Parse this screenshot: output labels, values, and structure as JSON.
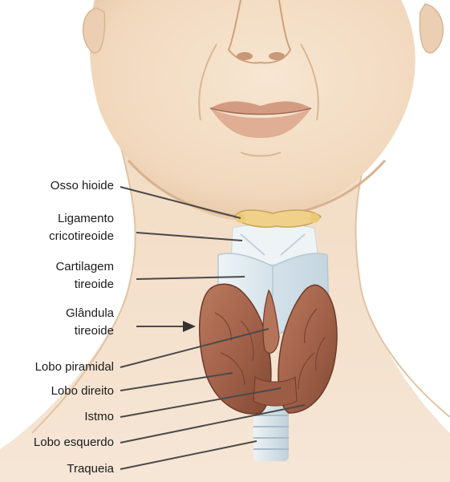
{
  "labels": {
    "hyoid": "Osso hioide",
    "cricothyroid_1": "Ligamento",
    "cricothyroid_2": "cricotireoide",
    "thyroid_cartilage_1": "Cartilagem",
    "thyroid_cartilage_2": "tireoide",
    "thyroid_gland_1": "Glândula",
    "thyroid_gland_2": "tireoide",
    "pyramidal_lobe": "Lobo piramidal",
    "right_lobe": "Lobo direito",
    "isthmus": "Istmo",
    "left_lobe": "Lobo esquerdo",
    "trachea": "Traqueia"
  },
  "colors": {
    "skin": "#f3ddc3",
    "skin_shadow": "#dcb792",
    "gland": "#a8684e",
    "gland_dark": "#7d4531",
    "cartilage": "#dde8ee",
    "hyoid": "#efd08a",
    "leader_line": "#4a4a4a"
  }
}
